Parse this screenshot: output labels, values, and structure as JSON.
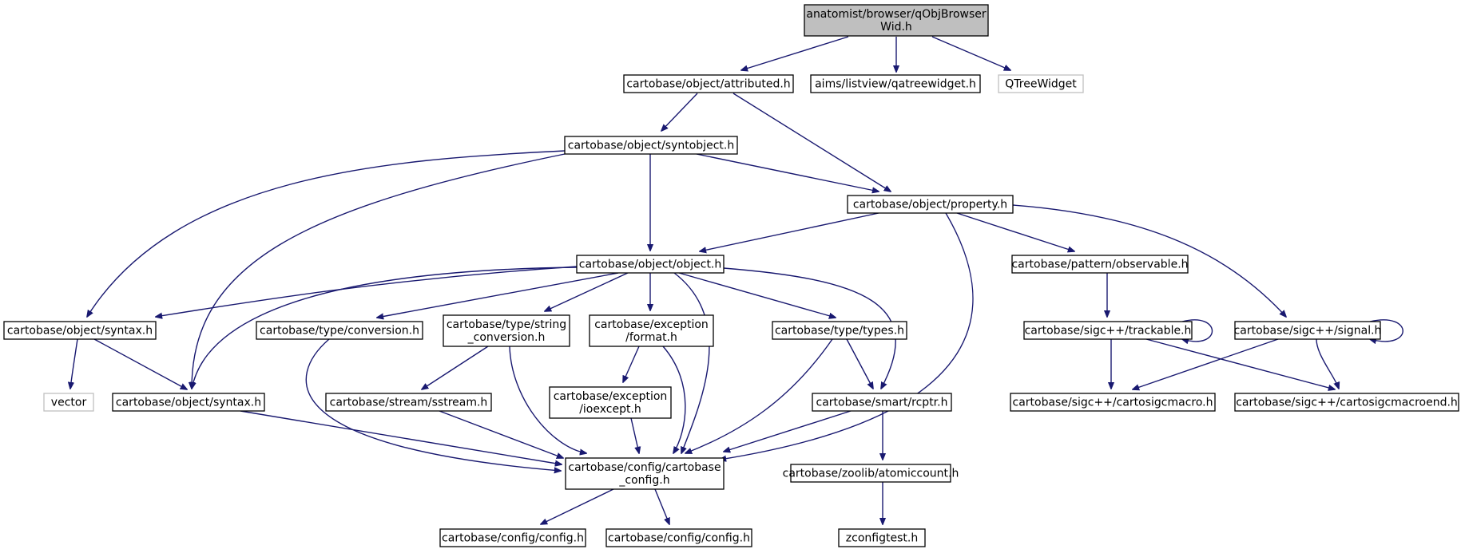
{
  "diagram": {
    "type": "include-dependency-graph",
    "colors": {
      "edge": "#191970",
      "focus_fill": "#bfbfbf",
      "external_border": "#bfbfbf"
    },
    "nodes": [
      {
        "id": "root",
        "lines": [
          "anatomist/browser/qObjBrowser",
          "Wid.h"
        ],
        "style": "focus"
      },
      {
        "id": "attributed",
        "lines": [
          "cartobase/object/attributed.h"
        ]
      },
      {
        "id": "qatreewidget",
        "lines": [
          "aims/listview/qatreewidget.h"
        ]
      },
      {
        "id": "qtreewidget",
        "lines": [
          "QTreeWidget"
        ],
        "style": "external"
      },
      {
        "id": "syntobject",
        "lines": [
          "cartobase/object/syntobject.h"
        ]
      },
      {
        "id": "property",
        "lines": [
          "cartobase/object/property.h"
        ]
      },
      {
        "id": "object",
        "lines": [
          "cartobase/object/object.h"
        ]
      },
      {
        "id": "observable",
        "lines": [
          "cartobase/pattern/observable.h"
        ]
      },
      {
        "id": "syntax_left",
        "lines": [
          "cartobase/object/syntax.h"
        ]
      },
      {
        "id": "conversion",
        "lines": [
          "cartobase/type/conversion.h"
        ]
      },
      {
        "id": "string_conv",
        "lines": [
          "cartobase/type/string",
          "_conversion.h"
        ]
      },
      {
        "id": "format",
        "lines": [
          "cartobase/exception",
          "/format.h"
        ]
      },
      {
        "id": "types",
        "lines": [
          "cartobase/type/types.h"
        ]
      },
      {
        "id": "trackable",
        "lines": [
          "cartobase/sigc++/trackable.h"
        ]
      },
      {
        "id": "signal",
        "lines": [
          "cartobase/sigc++/signal.h"
        ]
      },
      {
        "id": "vector",
        "lines": [
          "vector"
        ],
        "style": "external"
      },
      {
        "id": "syntax_mid",
        "lines": [
          "cartobase/object/syntax.h"
        ]
      },
      {
        "id": "sstream",
        "lines": [
          "cartobase/stream/sstream.h"
        ]
      },
      {
        "id": "ioexcept",
        "lines": [
          "cartobase/exception",
          "/ioexcept.h"
        ]
      },
      {
        "id": "rcptr",
        "lines": [
          "cartobase/smart/rcptr.h"
        ]
      },
      {
        "id": "cartosigcmacro",
        "lines": [
          "cartobase/sigc++/cartosigcmacro.h"
        ]
      },
      {
        "id": "cartosigcmacroend",
        "lines": [
          "cartobase/sigc++/cartosigcmacroend.h"
        ]
      },
      {
        "id": "cartobase_config",
        "lines": [
          "cartobase/config/cartobase",
          "_config.h"
        ]
      },
      {
        "id": "atomiccount",
        "lines": [
          "cartobase/zoolib/atomiccount.h"
        ]
      },
      {
        "id": "config1",
        "lines": [
          "cartobase/config/config.h"
        ]
      },
      {
        "id": "config2",
        "lines": [
          "cartobase/config/config.h"
        ]
      },
      {
        "id": "zconfigtest",
        "lines": [
          "zconfigtest.h"
        ]
      }
    ],
    "edges": [
      {
        "from": "root",
        "to": "attributed"
      },
      {
        "from": "root",
        "to": "qatreewidget"
      },
      {
        "from": "root",
        "to": "qtreewidget"
      },
      {
        "from": "attributed",
        "to": "syntobject"
      },
      {
        "from": "attributed",
        "to": "property"
      },
      {
        "from": "syntobject",
        "to": "syntax_left"
      },
      {
        "from": "syntobject",
        "to": "syntax_mid"
      },
      {
        "from": "syntobject",
        "to": "object"
      },
      {
        "from": "syntobject",
        "to": "property"
      },
      {
        "from": "property",
        "to": "object"
      },
      {
        "from": "property",
        "to": "observable"
      },
      {
        "from": "property",
        "to": "signal"
      },
      {
        "from": "property",
        "to": "cartobase_config"
      },
      {
        "from": "object",
        "to": "syntax_left"
      },
      {
        "from": "object",
        "to": "syntax_mid"
      },
      {
        "from": "object",
        "to": "conversion"
      },
      {
        "from": "object",
        "to": "string_conv"
      },
      {
        "from": "object",
        "to": "format"
      },
      {
        "from": "object",
        "to": "cartobase_config"
      },
      {
        "from": "object",
        "to": "types"
      },
      {
        "from": "object",
        "to": "rcptr"
      },
      {
        "from": "observable",
        "to": "trackable"
      },
      {
        "from": "trackable",
        "to": "trackable"
      },
      {
        "from": "trackable",
        "to": "cartosigcmacro"
      },
      {
        "from": "trackable",
        "to": "cartosigcmacroend"
      },
      {
        "from": "signal",
        "to": "signal"
      },
      {
        "from": "signal",
        "to": "cartosigcmacro"
      },
      {
        "from": "signal",
        "to": "cartosigcmacroend"
      },
      {
        "from": "syntax_left",
        "to": "vector"
      },
      {
        "from": "syntax_left",
        "to": "syntax_mid"
      },
      {
        "from": "syntax_mid",
        "to": "cartobase_config"
      },
      {
        "from": "conversion",
        "to": "cartobase_config"
      },
      {
        "from": "string_conv",
        "to": "sstream"
      },
      {
        "from": "string_conv",
        "to": "cartobase_config"
      },
      {
        "from": "sstream",
        "to": "cartobase_config"
      },
      {
        "from": "format",
        "to": "ioexcept"
      },
      {
        "from": "format",
        "to": "cartobase_config"
      },
      {
        "from": "ioexcept",
        "to": "cartobase_config"
      },
      {
        "from": "types",
        "to": "cartobase_config"
      },
      {
        "from": "types",
        "to": "rcptr"
      },
      {
        "from": "rcptr",
        "to": "cartobase_config"
      },
      {
        "from": "rcptr",
        "to": "atomiccount"
      },
      {
        "from": "cartobase_config",
        "to": "config1"
      },
      {
        "from": "cartobase_config",
        "to": "config2"
      },
      {
        "from": "atomiccount",
        "to": "zconfigtest"
      }
    ]
  }
}
